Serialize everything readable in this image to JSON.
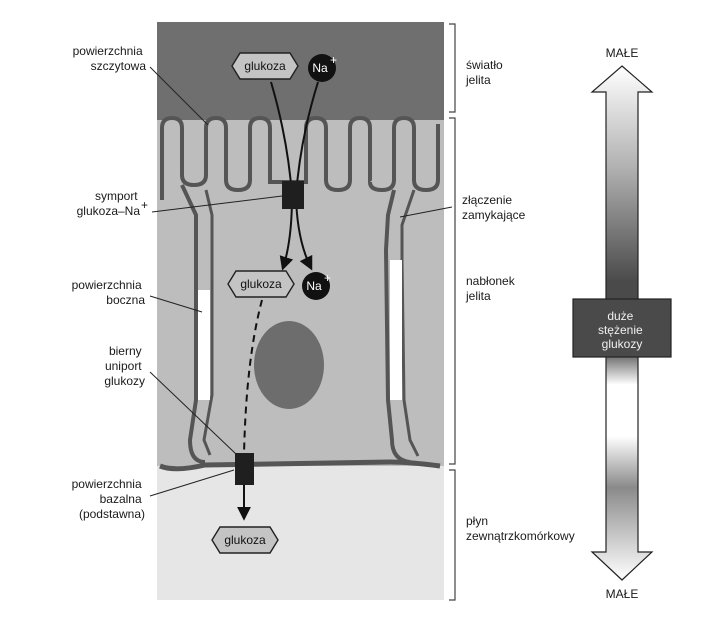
{
  "left_labels": {
    "apical_surface": [
      "powierzchnia",
      "szczytowa"
    ],
    "symport": [
      "symport",
      "glukoza–Na"
    ],
    "symport_sup": "+",
    "lateral_surface": [
      "powierzchnia",
      "boczna"
    ],
    "passive_uniport": [
      "bierny",
      "uniport",
      "glukozy"
    ],
    "basal_surface": [
      "powierzchnia",
      "bazalna",
      "(podstawna)"
    ]
  },
  "right_labels": {
    "lumen": [
      "światło",
      "jelita"
    ],
    "tight_junction": [
      "złączenie",
      "zamykające"
    ],
    "epithelium": [
      "nabłonek",
      "jelita"
    ],
    "extracellular_fluid": [
      "płyn",
      "zewnątrzkomórkowy"
    ]
  },
  "molecules": {
    "glucose": "glukoza",
    "sodium": "Na",
    "sodium_sup": "+"
  },
  "gradient": {
    "top_label": "MAŁE",
    "bottom_label": "MAŁE",
    "box_label": [
      "duże",
      "stężenie",
      "glukozy"
    ]
  },
  "colors": {
    "lumen": "#6f6f6f",
    "cell": "#bdbdbd",
    "membrane": "#5a5a5a",
    "extracellular": "#e6e6e6",
    "nucleus": "#6d6d6d",
    "transporter": "#1f1f1f"
  }
}
